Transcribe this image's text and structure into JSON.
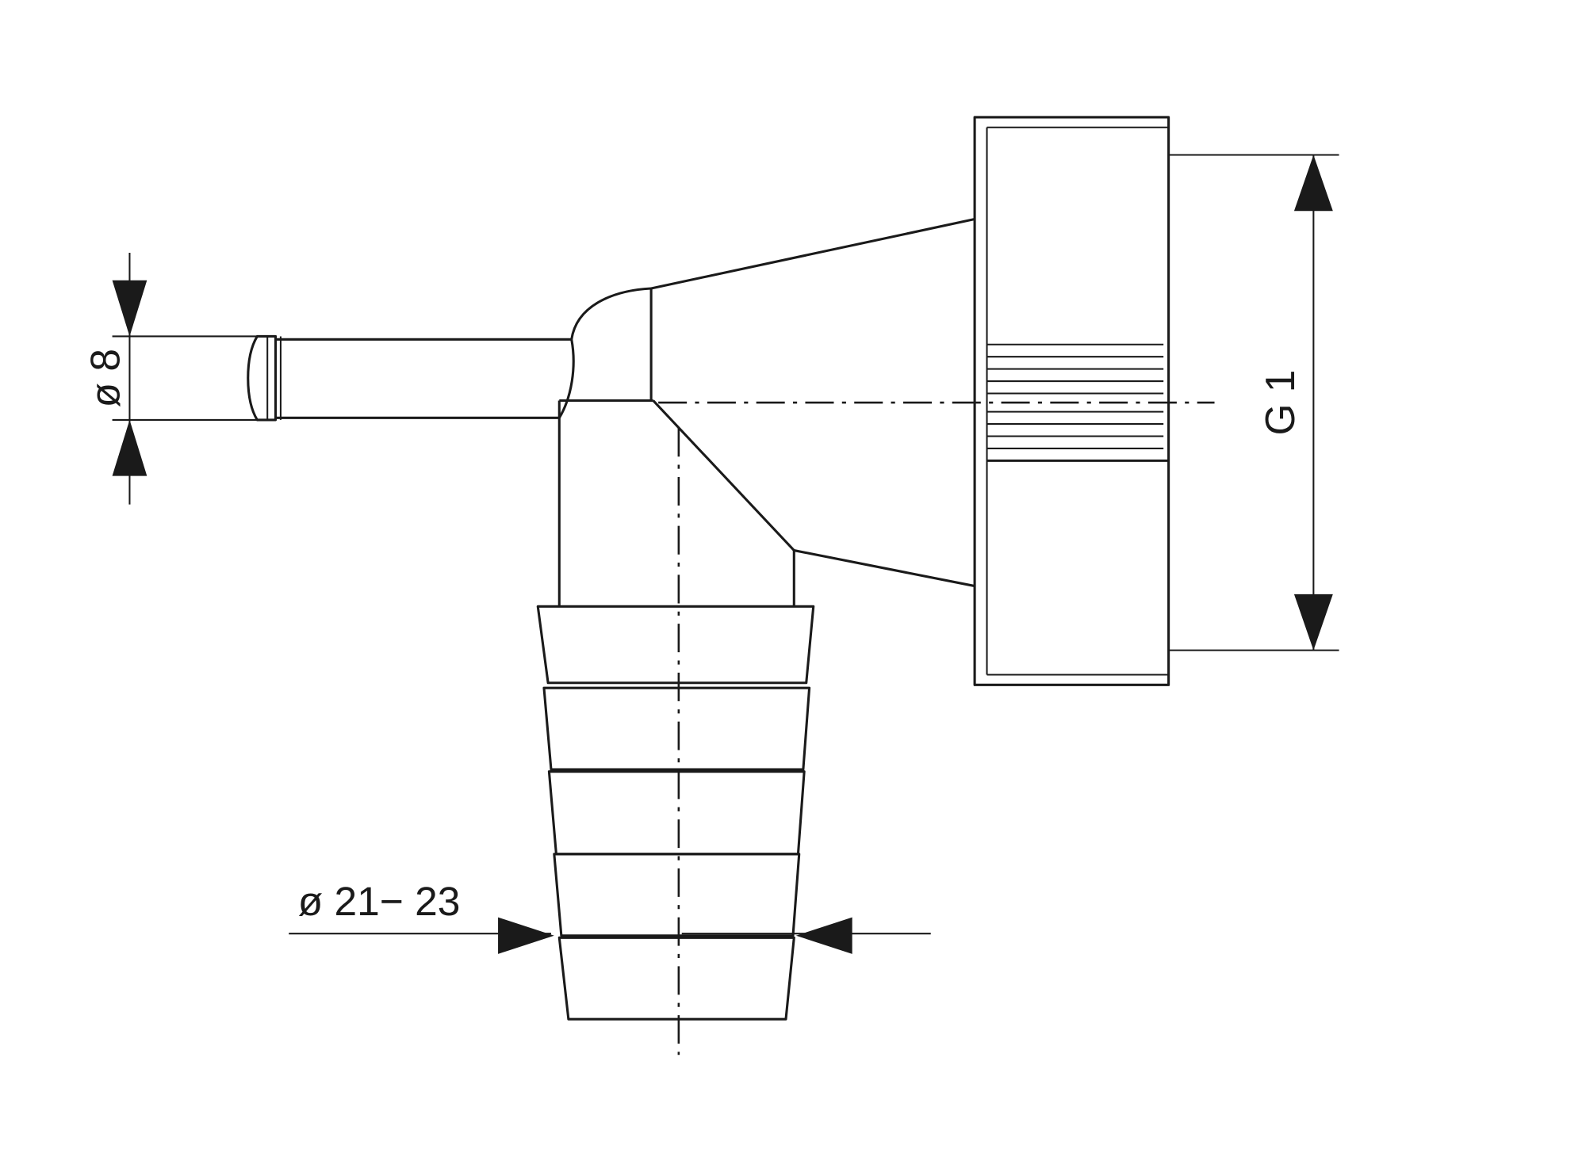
{
  "drawing": {
    "dimensions": {
      "small_outlet_diameter": "ø 8",
      "thread_size": "G 1",
      "hose_barb_diameter": "ø 21− 23"
    },
    "color": "#1a1a1a"
  }
}
